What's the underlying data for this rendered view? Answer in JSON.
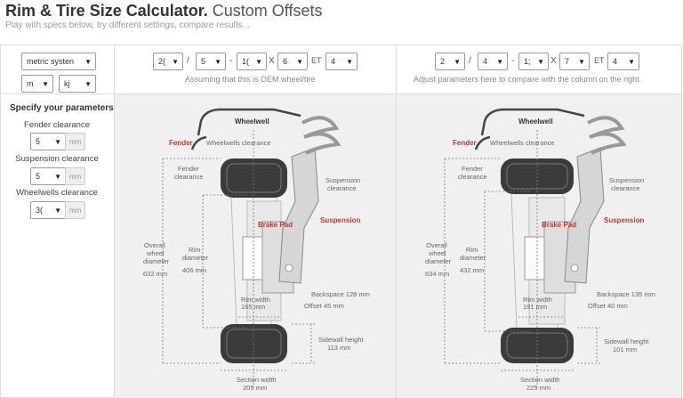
{
  "header": {
    "title_bold": "Rim & Tire Size Calculator.",
    "title_rest": "Custom Offsets",
    "subtitle": "Play with specs below, try different settings, compare results..."
  },
  "settings": {
    "unit_system": "metric systen",
    "length_unit": "m",
    "weight_unit": "kj"
  },
  "params": {
    "title": "Specify your parameters",
    "fender_label": "Fender clearance",
    "fender_value": "5",
    "suspension_label": "Suspension clearance",
    "suspension_value": "5",
    "wheelwells_label": "Wheelwells clearance",
    "wheelwells_value": "3(",
    "unit": "mm"
  },
  "oem": {
    "width": "2(",
    "aspect": "5",
    "rim": "1(",
    "rim_width": "6",
    "et_label": "ET",
    "et": "4",
    "x_label": "X",
    "note": "Assuming that this is OEM wheel/tire",
    "diagram": {
      "wheelwell": "Wheelwell",
      "fender": "Fender",
      "wheelwells_clearance": "Wheelwells clearance",
      "fender_clearance_1": "Fender",
      "fender_clearance_2": "clearance",
      "suspension_clearance_1": "Suspension",
      "suspension_clearance_2": "clearance",
      "brake_pad": "Brake Pad",
      "suspension": "Suspension",
      "overall_1": "Overall",
      "overall_2": "wheel",
      "overall_3": "diameter",
      "overall_value": "632 mm",
      "rim_diam_1": "Rim",
      "rim_diam_2": "diameter",
      "rim_diam_value": "406 mm",
      "backspace": "Backspace 128 mm",
      "offset": "Offset 45 mm",
      "rim_width_label": "Rim width",
      "rim_width_value": "165 mm",
      "sidewall_label": "Sidewall height",
      "sidewall_value": "113 mm",
      "section_label": "Section width",
      "section_value": "205 mm"
    }
  },
  "compare": {
    "width": "2",
    "aspect": "4",
    "rim": "1;",
    "rim_width": "7",
    "et_label": "ET",
    "et": "4",
    "x_label": "X",
    "note": "Adjust parameters here to compare with the column on the right.",
    "diagram": {
      "wheelwell": "Wheelwell",
      "fender": "Fender",
      "wheelwells_clearance": "Wheelwells clearance",
      "fender_clearance_1": "Fender",
      "fender_clearance_2": "clearance",
      "suspension_clearance_1": "Suspension",
      "suspension_clearance_2": "clearance",
      "brake_pad": "Brake Pad",
      "suspension": "Suspension",
      "overall_1": "Overall",
      "overall_2": "wheel",
      "overall_3": "diameter",
      "overall_value": "634 mm",
      "rim_diam_1": "Rim",
      "rim_diam_2": "diameter",
      "rim_diam_value": "432 mm",
      "backspace": "Backspace 135 mm",
      "offset": "Offset 40 mm",
      "rim_width_label": "Rim width",
      "rim_width_value": "191 mm",
      "sidewall_label": "Sidewall height",
      "sidewall_value": "101 mm",
      "section_label": "Section width",
      "section_value": "225 mm"
    }
  },
  "colors": {
    "label_red": "#c0392b",
    "tire": "#3a3a3a",
    "dim_line": "#7a7a7a",
    "panel_bg": "#f0f0f0"
  }
}
